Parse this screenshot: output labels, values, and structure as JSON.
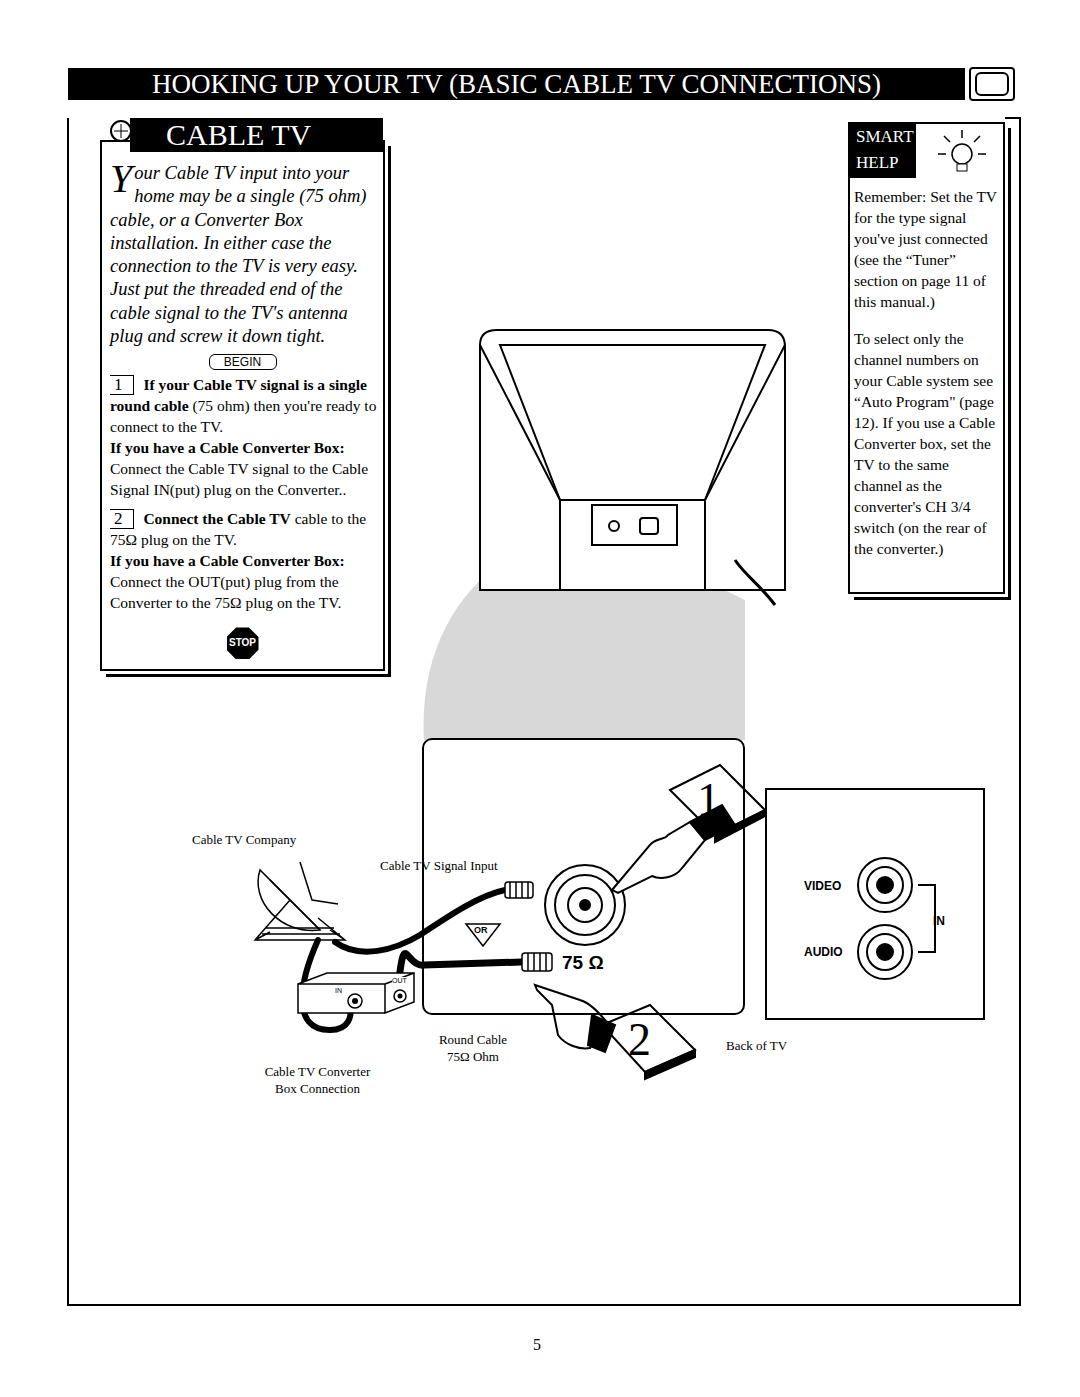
{
  "diagram": {
    "title": "HOOKING UP YOUR TV (BASIC CABLE TV CONNECTIONS)",
    "nodes": [
      {
        "text": [
          "CABLE TV",
          "Your Cable TV input into your home may be a single (75 ohm) cable, or a Converter Box installation. In either case the connection to the TV is very easy. Just put the threaded end of the cable signal to the TV's antenna plug and screw it down tight.",
          "BEGIN",
          "1",
          "If your Cable TV signal is a single round cable",
          "(75 ohm) then you're ready to connect to the TV.",
          "If you have a Cable Converter Box:",
          "Connect the Cable TV signal to the Cable Signal IN(put) plug on the Converter..",
          "2",
          "Connect the Cable TV",
          "cable to the 75Ω plug on the TV.",
          "If you have a Cable Converter Box:",
          "Connect the OUT(put) plug from the Converter to the 75Ω plug on the TV.",
          "STOP"
        ]
      },
      {
        "text": [
          "SMART HELP",
          "Remember: Set the TV for the type signal you've just connected (see the “Tuner” section on page 11 of this manual.)",
          "To select only the channel numbers on your Cable system see “Auto Program\" (page 12). If you use a Cable Converter box, set the TV to the same channel as the converter's CH 3/4 switch (on the rear of the converter.)"
        ]
      },
      {
        "text": [
          "IN",
          "OUT"
        ]
      },
      {
        "text": [
          "75 Ω"
        ]
      },
      {
        "text": [
          "VIDEO",
          "IN",
          "AUDIO"
        ]
      }
    ],
    "edges": [
      {
        "from": 2,
        "to": 3,
        "arrow": "none"
      }
    ],
    "labels": [
      "1",
      "2",
      "OR",
      "Cable TV Company",
      "Cable TV Signal Input",
      "Round Cable 75Ω Ohm",
      "Back of TV",
      "Cable TV Converter Box Connection",
      "5"
    ]
  }
}
